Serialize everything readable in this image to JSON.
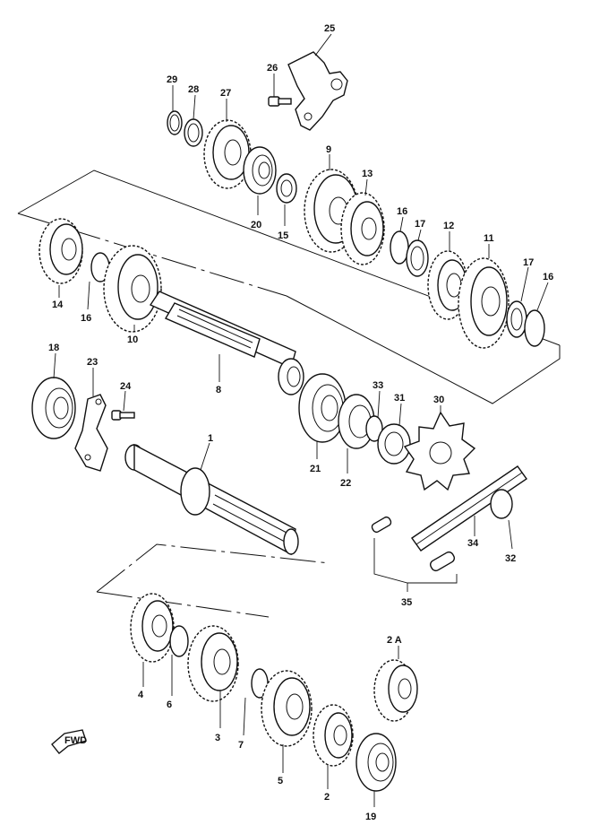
{
  "callouts": [
    {
      "id": "c29",
      "text": "29"
    },
    {
      "id": "c28",
      "text": "28"
    },
    {
      "id": "c27",
      "text": "27"
    },
    {
      "id": "c26",
      "text": "26"
    },
    {
      "id": "c25",
      "text": "25"
    },
    {
      "id": "c9",
      "text": "9"
    },
    {
      "id": "c13",
      "text": "13"
    },
    {
      "id": "c20",
      "text": "20"
    },
    {
      "id": "c15",
      "text": "15"
    },
    {
      "id": "c16a",
      "text": "16"
    },
    {
      "id": "c17a",
      "text": "17"
    },
    {
      "id": "c12",
      "text": "12"
    },
    {
      "id": "c11",
      "text": "11"
    },
    {
      "id": "c17b",
      "text": "17"
    },
    {
      "id": "c16b",
      "text": "16"
    },
    {
      "id": "c14",
      "text": "14"
    },
    {
      "id": "c16c",
      "text": "16"
    },
    {
      "id": "c10",
      "text": "10"
    },
    {
      "id": "c8",
      "text": "8"
    },
    {
      "id": "c18",
      "text": "18"
    },
    {
      "id": "c23",
      "text": "23"
    },
    {
      "id": "c24",
      "text": "24"
    },
    {
      "id": "c33",
      "text": "33"
    },
    {
      "id": "c31",
      "text": "31"
    },
    {
      "id": "c30",
      "text": "30"
    },
    {
      "id": "c21",
      "text": "21"
    },
    {
      "id": "c22",
      "text": "22"
    },
    {
      "id": "c1",
      "text": "1"
    },
    {
      "id": "c34",
      "text": "34"
    },
    {
      "id": "c32",
      "text": "32"
    },
    {
      "id": "c35",
      "text": "35"
    },
    {
      "id": "c2A",
      "text": "2 A"
    },
    {
      "id": "c4",
      "text": "4"
    },
    {
      "id": "c6",
      "text": "6"
    },
    {
      "id": "c3",
      "text": "3"
    },
    {
      "id": "c7",
      "text": "7"
    },
    {
      "id": "c5",
      "text": "5"
    },
    {
      "id": "c2",
      "text": "2"
    },
    {
      "id": "c19",
      "text": "19"
    }
  ],
  "front_arrow": {
    "text": "FWD",
    "icon": "front-direction-arrow-icon"
  }
}
